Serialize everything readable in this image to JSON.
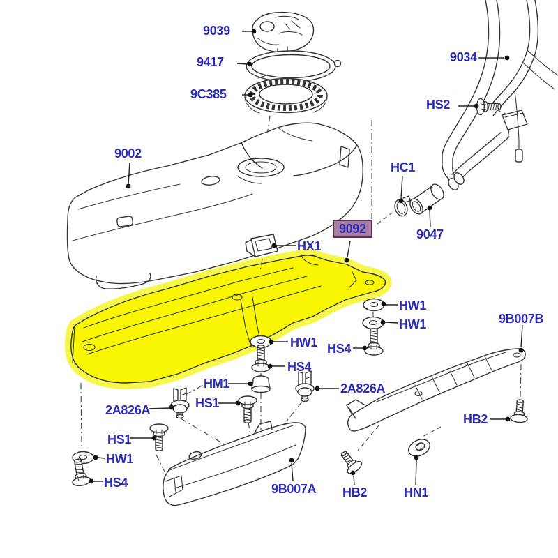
{
  "diagram": {
    "type": "exploded-parts-diagram",
    "subject": "fuel-tank-assembly",
    "background_color": "#ffffff",
    "line_color": "#333333",
    "label_color": "#2b2bb8",
    "highlight": {
      "part_fill": "#f8f600",
      "selected_label_bg": "#a87fa0",
      "selected_label_border": "#5e3050"
    },
    "selected_part": "9092",
    "labels": [
      {
        "id": "9039",
        "text": "9039",
        "selected": false
      },
      {
        "id": "9417",
        "text": "9417",
        "selected": false
      },
      {
        "id": "9C385",
        "text": "9C385",
        "selected": false
      },
      {
        "id": "9002",
        "text": "9002",
        "selected": false
      },
      {
        "id": "9034",
        "text": "9034",
        "selected": false
      },
      {
        "id": "HS2",
        "text": "HS2",
        "selected": false
      },
      {
        "id": "HC1",
        "text": "HC1",
        "selected": false
      },
      {
        "id": "9047",
        "text": "9047",
        "selected": false
      },
      {
        "id": "9092",
        "text": "9092",
        "selected": true
      },
      {
        "id": "HX1",
        "text": "HX1",
        "selected": false
      },
      {
        "id": "HW1-right-1",
        "text": "HW1",
        "selected": false
      },
      {
        "id": "HW1-right-2",
        "text": "HW1",
        "selected": false
      },
      {
        "id": "HS4-right",
        "text": "HS4",
        "selected": false
      },
      {
        "id": "9B007B",
        "text": "9B007B",
        "selected": false
      },
      {
        "id": "HW1-center",
        "text": "HW1",
        "selected": false
      },
      {
        "id": "HS4-center",
        "text": "HS4",
        "selected": false
      },
      {
        "id": "HM1",
        "text": "HM1",
        "selected": false
      },
      {
        "id": "HS1-center",
        "text": "HS1",
        "selected": false
      },
      {
        "id": "2A826A-right",
        "text": "2A826A",
        "selected": false
      },
      {
        "id": "2A826A-left",
        "text": "2A826A",
        "selected": false
      },
      {
        "id": "HS1-left",
        "text": "HS1",
        "selected": false
      },
      {
        "id": "HW1-left",
        "text": "HW1",
        "selected": false
      },
      {
        "id": "HS4-left",
        "text": "HS4",
        "selected": false
      },
      {
        "id": "9B007A",
        "text": "9B007A",
        "selected": false
      },
      {
        "id": "HB2-bottom",
        "text": "HB2",
        "selected": false
      },
      {
        "id": "HN1",
        "text": "HN1",
        "selected": false
      },
      {
        "id": "HB2-right",
        "text": "HB2",
        "selected": false
      }
    ]
  }
}
